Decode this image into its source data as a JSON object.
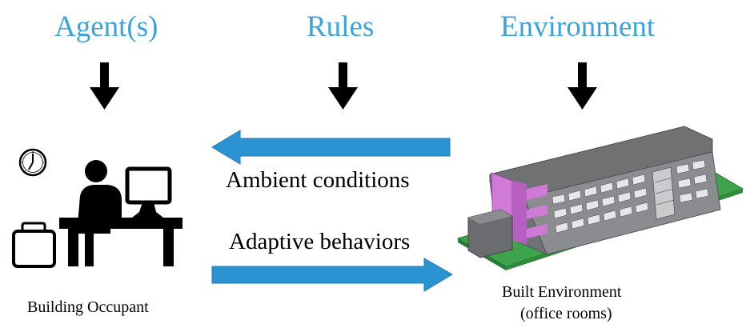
{
  "headings": {
    "agents": "Agent(s)",
    "rules": "Rules",
    "environment": "Environment"
  },
  "flows": {
    "ambient": "Ambient conditions",
    "adaptive": "Adaptive behaviors"
  },
  "labels": {
    "occupant": "Building Occupant",
    "built_env_line1": "Built Environment",
    "built_env_line2": "(office rooms)"
  },
  "colors": {
    "heading": "#3aa3dc",
    "flow_arrow": "#2b93d1",
    "down_arrow": "#000000",
    "building_grey": "#7d7f82",
    "building_accent": "#d07ad8",
    "lawn": "#3fa34d"
  },
  "icons": [
    "clock-icon",
    "briefcase-icon",
    "person-at-desk-icon",
    "monitor-icon",
    "office-building-illustration"
  ]
}
